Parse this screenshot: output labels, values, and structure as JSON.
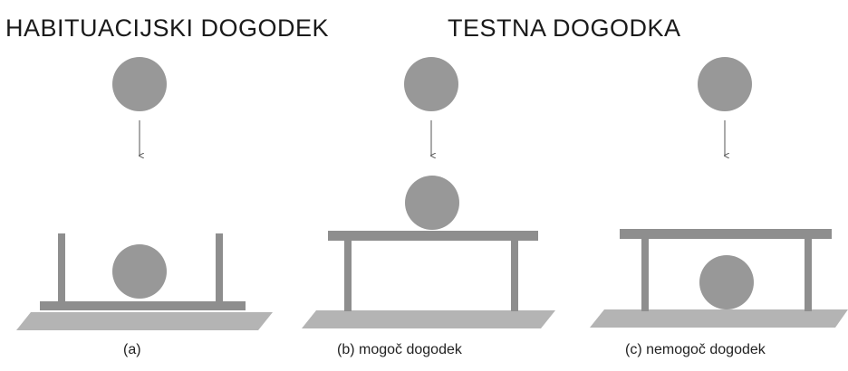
{
  "headings": {
    "habituation": "HABITUACIJSKI DOGODEK",
    "test": "TESTNA DOGODKA"
  },
  "panels": [
    {
      "id": "a",
      "caption": "(a)"
    },
    {
      "id": "b",
      "caption": "(b) mogoč dogodek"
    },
    {
      "id": "c",
      "caption": "(c) nemogoč dogodek"
    }
  ],
  "colors": {
    "ball": "#989898",
    "table": "#8e8e8e",
    "ground": "#b4b4b4",
    "arrow": "#555555"
  }
}
